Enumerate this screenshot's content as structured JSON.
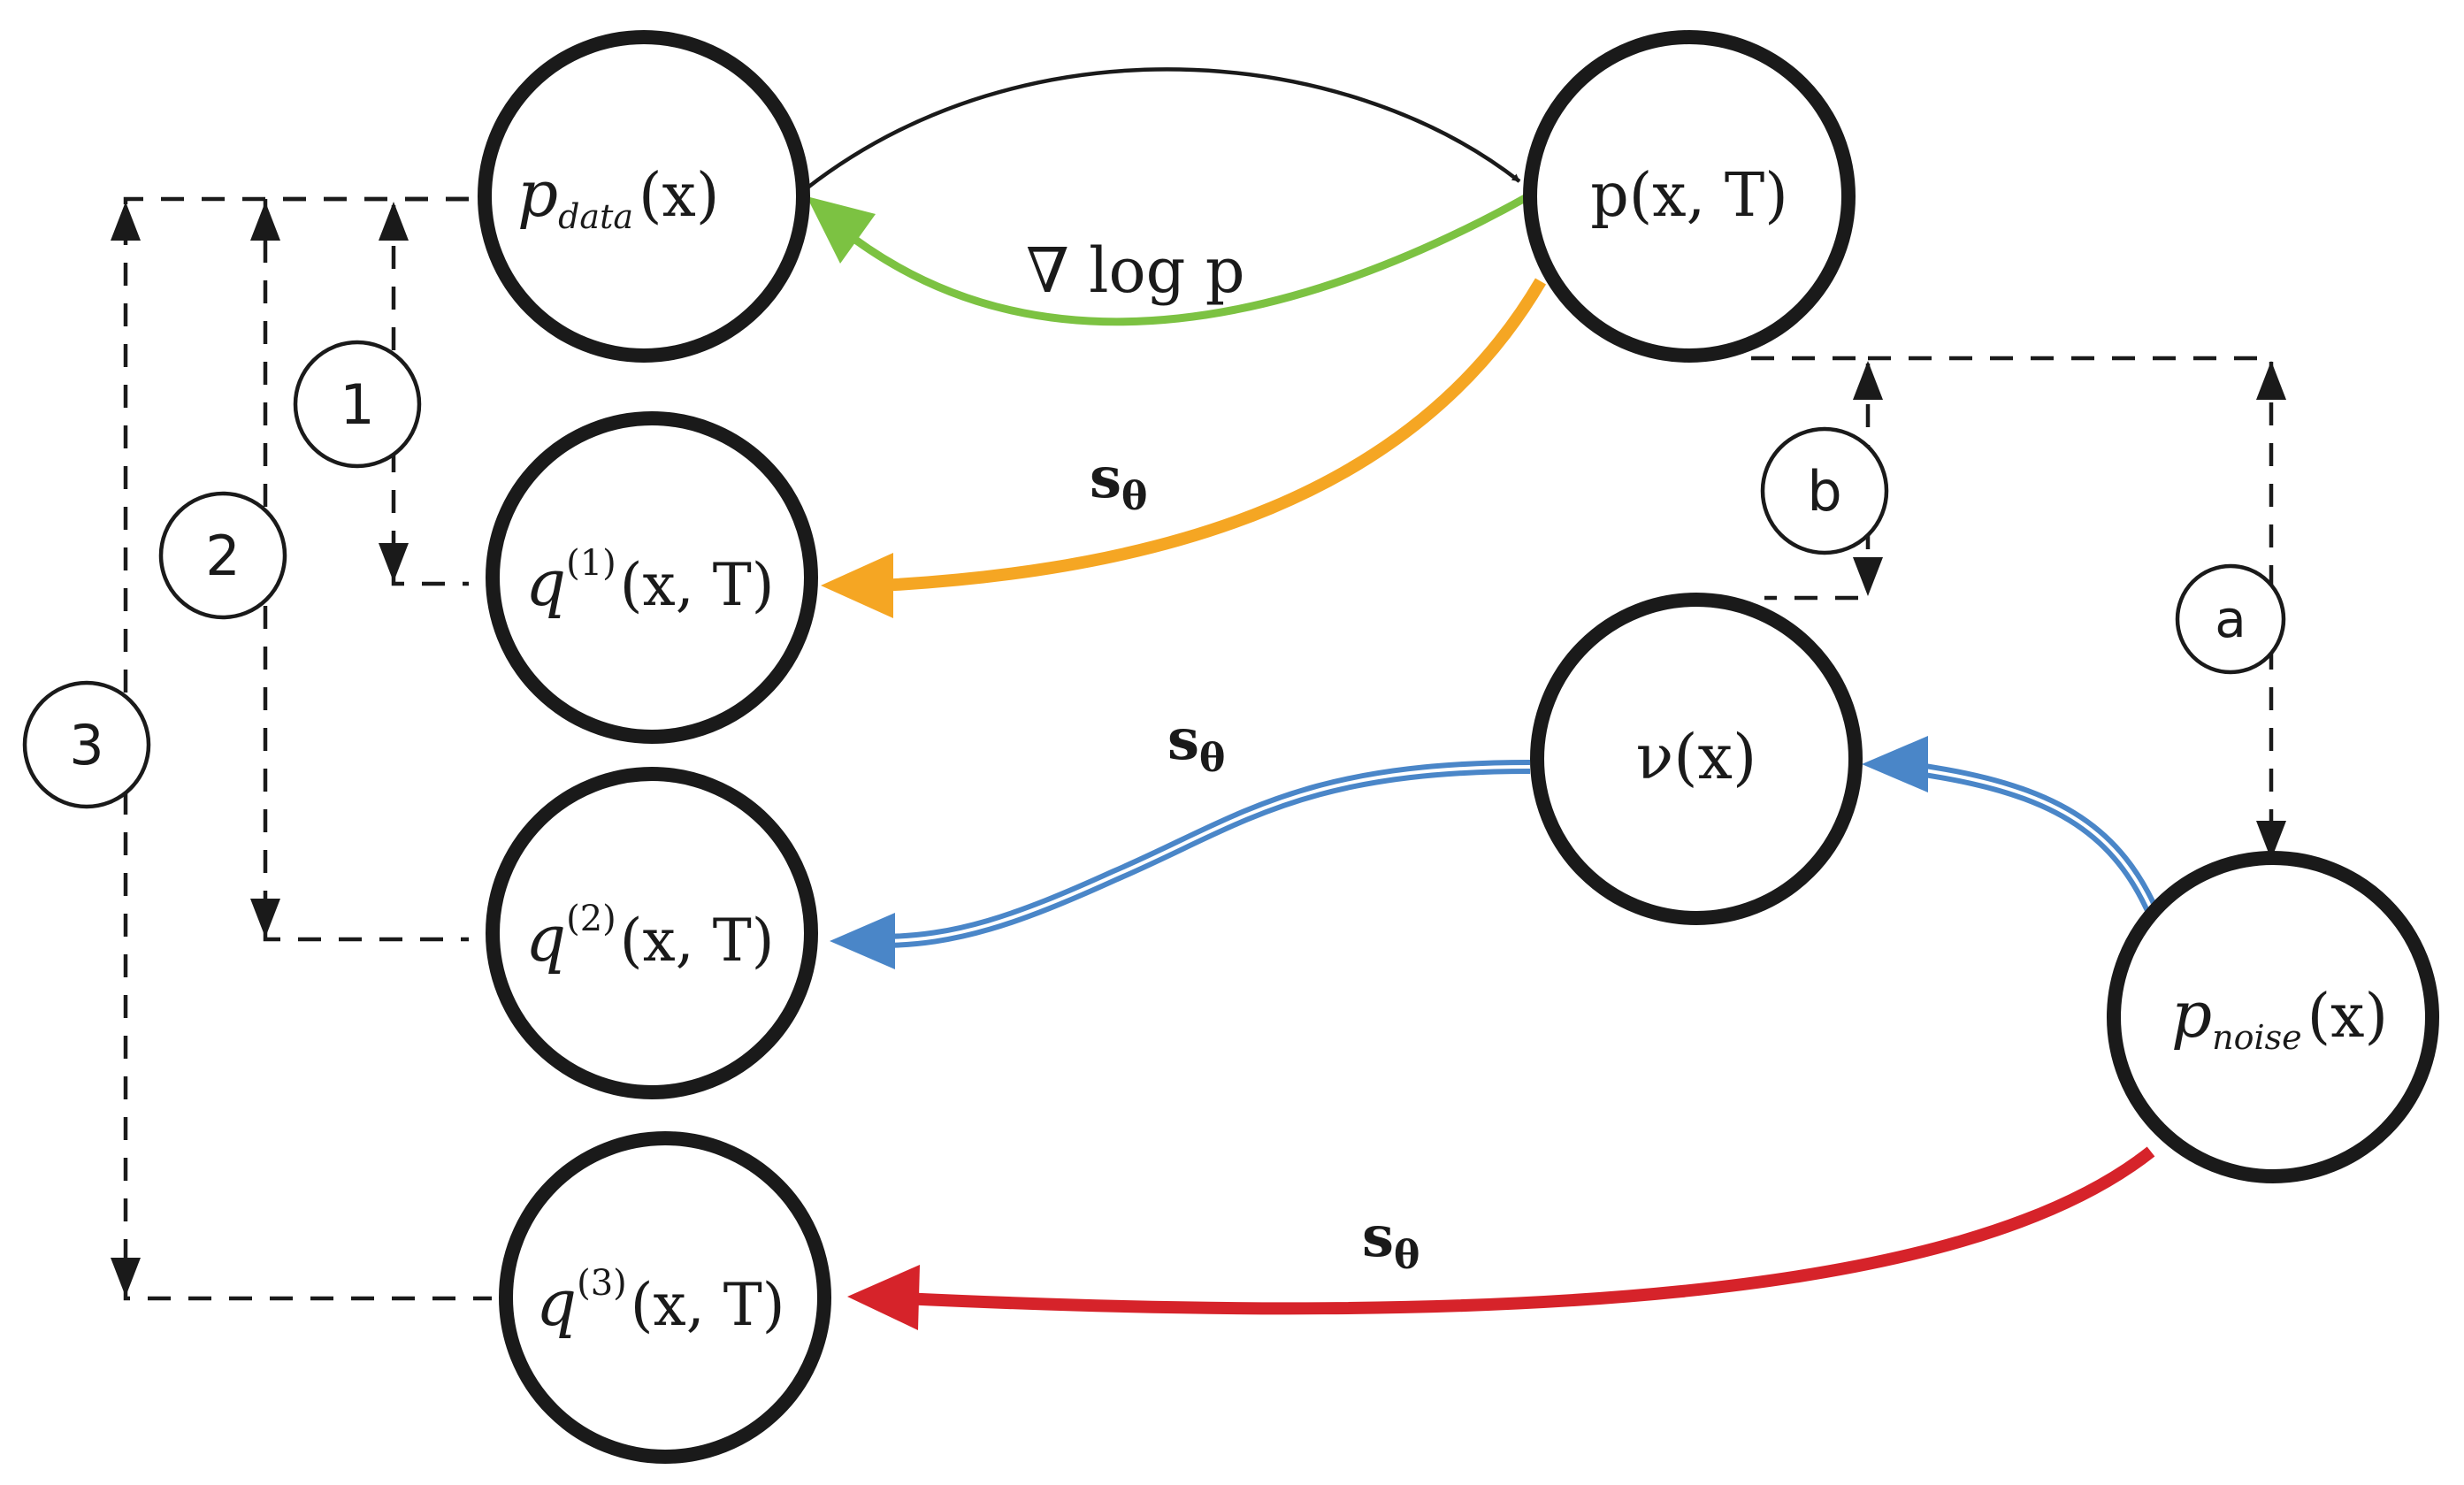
{
  "colors": {
    "node_border": "#1a1a1a",
    "forward_arrow": "#1a1a1a",
    "score_green": "#7cc242",
    "orange": "#f5a623",
    "blue": "#4a86c8",
    "red": "#d6232a"
  },
  "nodes": {
    "p_data": {
      "base": "p",
      "sub": "data",
      "arg": "(x)"
    },
    "p_xT": {
      "text": "p(x, T)"
    },
    "q1": {
      "base": "q",
      "sup": "(1)",
      "arg": "(x, T)"
    },
    "q2": {
      "base": "q",
      "sup": "(2)",
      "arg": "(x, T)"
    },
    "q3": {
      "base": "q",
      "sup": "(3)",
      "arg": "(x, T)"
    },
    "nu": {
      "text": "ν(x)"
    },
    "p_noise": {
      "base": "p",
      "sub": "noise",
      "arg": "(x)"
    }
  },
  "edge_labels": {
    "grad_log_p": "∇ log p",
    "s_theta": "s",
    "theta": "θ"
  },
  "badges": {
    "one": "1",
    "two": "2",
    "three": "3",
    "a": "a",
    "b": "b"
  }
}
